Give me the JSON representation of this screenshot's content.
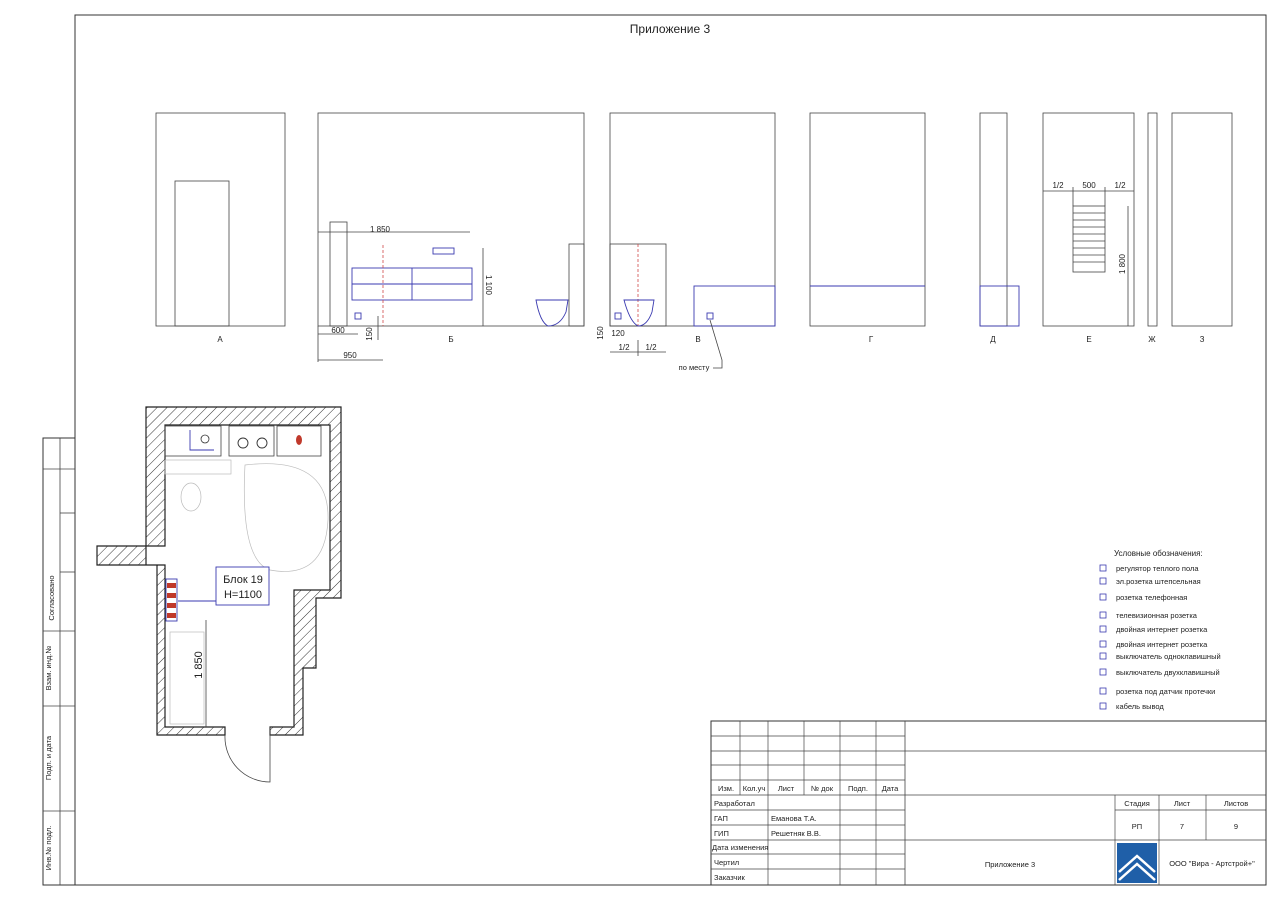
{
  "sheet": {
    "title": "Приложение 3"
  },
  "elevations": {
    "labels": [
      "А",
      "Б",
      "В",
      "Г",
      "Д",
      "Е",
      "Ж",
      "З"
    ],
    "dims": {
      "b_width": "1 850",
      "b_height": "1 100",
      "b_600": "600",
      "b_150": "150",
      "b_950": "950",
      "v_150": "150",
      "v_120": "120",
      "v_half1": "1/2",
      "v_half2": "1/2",
      "v_note": "по месту",
      "e_half1": "1/2",
      "e_500": "500",
      "e_half2": "1/2",
      "e_1800": "1 800"
    }
  },
  "plan": {
    "block_line1": "Блок 19",
    "block_line2": "H=1100",
    "dim_1850": "1 850"
  },
  "legend": {
    "title": "Условные обозначения:",
    "items": [
      "регулятор теплого пола",
      "эл.розетка штепсельная",
      "розетка   телефонная",
      "телевизионная розетка",
      "двойная интернет розетка",
      "двойная интернет розетка",
      "выключатель  одноклавишный",
      "выключатель двухклавишный",
      "розетка под датчик протечки",
      "кабель вывод"
    ]
  },
  "side_stamp": {
    "agreed": "Согласовано",
    "vzam": "Взам. инд.№",
    "podp": "Подп. и дата",
    "inv": "Инв.№ подл."
  },
  "stamp": {
    "headers": [
      "Изм.",
      "Кол.уч",
      "Лист",
      "№ док",
      "Подп.",
      "Дата"
    ],
    "rows": [
      {
        "role": "Разработал",
        "name": ""
      },
      {
        "role": "ГАП",
        "name": "Еманова Т.А."
      },
      {
        "role": "ГИП",
        "name": "Решетняк В.В."
      },
      {
        "role": "Дата изменения",
        "name": ""
      },
      {
        "role": "Чертил",
        "name": ""
      },
      {
        "role": "Заказчик",
        "name": ""
      }
    ],
    "stage_label": "Стадия",
    "sheet_label": "Лист",
    "sheets_label": "Листов",
    "stage": "РП",
    "sheet": "7",
    "sheets": "9",
    "doc_title": "Приложение 3",
    "company": "ООО \"Вира - Артстрой+\""
  },
  "colors": {
    "accent": "#3a3ab0",
    "red_marks": "#c0392b",
    "logo_blue": "#1f5fa8"
  }
}
